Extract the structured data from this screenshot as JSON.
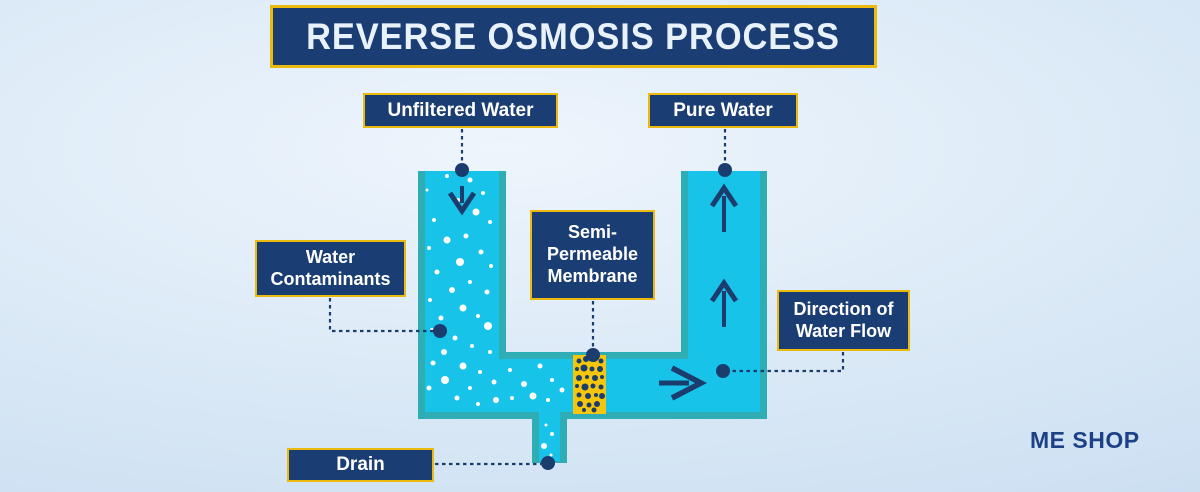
{
  "title": "REVERSE OSMOSIS PROCESS",
  "brand": {
    "text": "ME SHOP"
  },
  "labels": {
    "unfiltered": {
      "text": "Unfiltered Water"
    },
    "pure": {
      "text": "Pure Water"
    },
    "contaminants": {
      "line1": "Water",
      "line2": "Contaminants"
    },
    "membrane": {
      "line1": "Semi-",
      "line2": "Permeable",
      "line3": "Membrane"
    },
    "direction": {
      "line1": "Direction of",
      "line2": "Water Flow"
    },
    "drain": {
      "text": "Drain"
    }
  },
  "colors": {
    "navy_box": "#1a3d74",
    "gold": "#ecb90e",
    "pipe_fill": "#18c3ea",
    "pipe_border": "#2fadb5",
    "membrane_yellow": "#f5c60c",
    "navy_ink": "#1b3d6e",
    "brand_navy": "#1d4186",
    "title_text": "#e9f1fb",
    "label_text": "#ffffff",
    "bg_center": "#eef5fc",
    "bg_edge": "#c2d8ee"
  },
  "diagram": {
    "contaminant_dots": [
      [
        447,
        176,
        2
      ],
      [
        470,
        180,
        2.5
      ],
      [
        427,
        190,
        1.5
      ],
      [
        483,
        193,
        2
      ],
      [
        458,
        200,
        2
      ],
      [
        476,
        212,
        3.5
      ],
      [
        434,
        220,
        2
      ],
      [
        490,
        222,
        2
      ],
      [
        466,
        236,
        2.5
      ],
      [
        447,
        240,
        3.5
      ],
      [
        429,
        248,
        2
      ],
      [
        481,
        252,
        2.5
      ],
      [
        460,
        262,
        4
      ],
      [
        491,
        266,
        2
      ],
      [
        437,
        272,
        2.5
      ],
      [
        470,
        282,
        2
      ],
      [
        452,
        290,
        3
      ],
      [
        487,
        292,
        2.5
      ],
      [
        430,
        300,
        2
      ],
      [
        463,
        308,
        3.5
      ],
      [
        478,
        316,
        2
      ],
      [
        441,
        318,
        2.5
      ],
      [
        488,
        326,
        4
      ],
      [
        432,
        330,
        2
      ],
      [
        455,
        338,
        2.5
      ],
      [
        472,
        346,
        2
      ],
      [
        444,
        352,
        3
      ],
      [
        490,
        352,
        2
      ],
      [
        433,
        363,
        2.5
      ],
      [
        463,
        366,
        3.5
      ],
      [
        480,
        372,
        2
      ],
      [
        445,
        380,
        4
      ],
      [
        429,
        388,
        2.5
      ],
      [
        470,
        388,
        2
      ],
      [
        494,
        382,
        2.5
      ],
      [
        510,
        370,
        2
      ],
      [
        524,
        384,
        3
      ],
      [
        540,
        366,
        2.5
      ],
      [
        552,
        380,
        2
      ],
      [
        533,
        396,
        3.5
      ],
      [
        548,
        400,
        2
      ],
      [
        562,
        390,
        2.5
      ],
      [
        512,
        398,
        2
      ],
      [
        496,
        400,
        3
      ],
      [
        457,
        398,
        2.5
      ],
      [
        478,
        404,
        2
      ]
    ],
    "drain_dots": [
      [
        546,
        425,
        1.5
      ],
      [
        552,
        434,
        2
      ],
      [
        544,
        446,
        3
      ],
      [
        551,
        455,
        1.5
      ]
    ],
    "membrane_dots": [
      [
        579,
        361,
        2.5
      ],
      [
        586,
        359,
        3
      ],
      [
        594,
        360,
        2
      ],
      [
        601,
        361,
        2.5
      ],
      [
        577,
        369,
        2
      ],
      [
        584,
        368,
        3.5
      ],
      [
        592,
        369,
        2.5
      ],
      [
        600,
        369,
        3
      ],
      [
        579,
        378,
        3
      ],
      [
        587,
        377,
        2
      ],
      [
        595,
        378,
        3
      ],
      [
        602,
        377,
        2
      ],
      [
        577,
        386,
        2
      ],
      [
        585,
        387,
        3.5
      ],
      [
        593,
        386,
        2.5
      ],
      [
        601,
        387,
        2.5
      ],
      [
        579,
        395,
        2.5
      ],
      [
        588,
        396,
        3
      ],
      [
        596,
        395,
        2
      ],
      [
        602,
        396,
        3
      ],
      [
        580,
        404,
        3
      ],
      [
        589,
        405,
        2.5
      ],
      [
        597,
        404,
        3
      ],
      [
        584,
        410,
        2
      ],
      [
        594,
        410,
        2.5
      ]
    ]
  }
}
